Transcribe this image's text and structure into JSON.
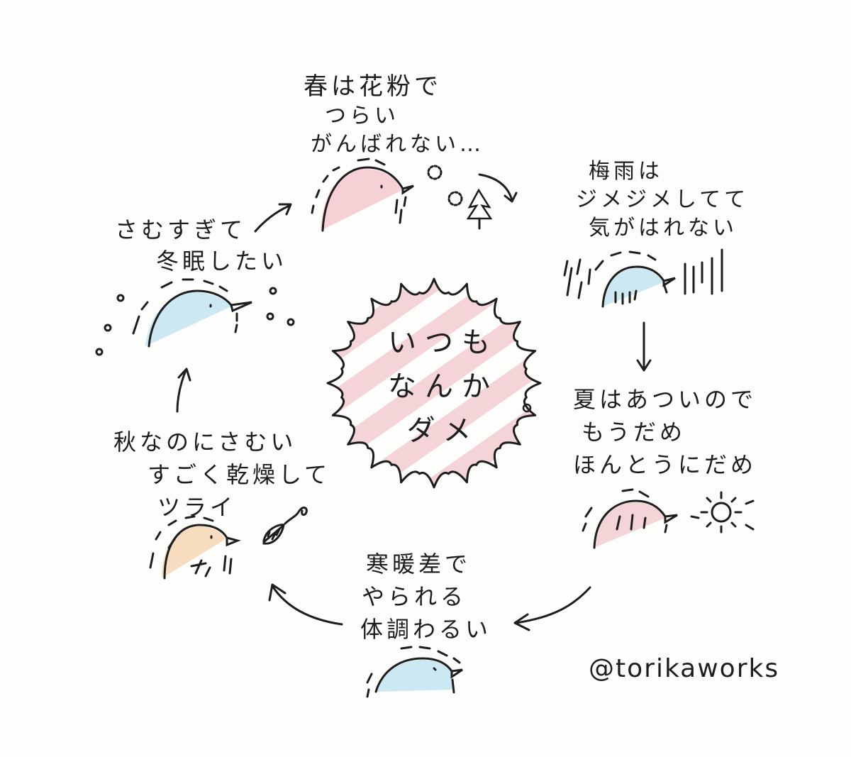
{
  "center": {
    "lines": [
      "いつも",
      "なんか",
      "ダメ"
    ]
  },
  "seasons": {
    "spring": [
      "春は花粉で",
      "つらい",
      "がんばれない…"
    ],
    "rainy": [
      "梅雨は",
      "ジメジメしてて",
      "気がはれない"
    ],
    "summer": [
      "夏はあついので",
      "もうだめ",
      "ほんとうにだめ"
    ],
    "seasonal_change": [
      "寒暖差で",
      "やられる",
      "体調わるい"
    ],
    "autumn": [
      "秋なのにさむい",
      "すごく乾燥して",
      "ツライ"
    ],
    "winter": [
      "さむすぎて",
      "冬眠したい"
    ]
  },
  "credit": "@torikaworks",
  "colors": {
    "ink": "#1e1e1e",
    "pink": "#f2c6cc",
    "blue": "#bfe2f0",
    "orange": "#f6d3b0"
  }
}
